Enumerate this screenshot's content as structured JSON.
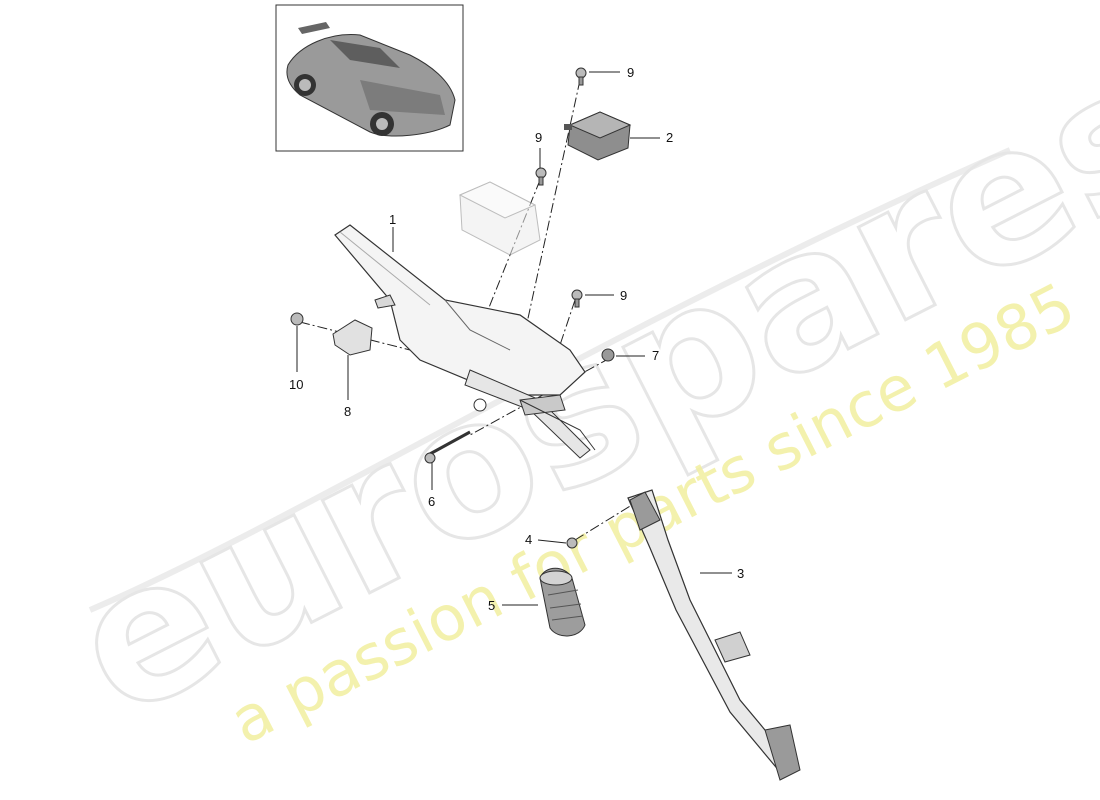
{
  "watermark": {
    "brand": "eurospares",
    "tagline": "a passion for parts since 1985"
  },
  "thumbnail": {
    "icon": "car-thumbnail-icon"
  },
  "callouts": [
    {
      "id": "c1",
      "label": "1"
    },
    {
      "id": "c2",
      "label": "2"
    },
    {
      "id": "c3",
      "label": "3"
    },
    {
      "id": "c4",
      "label": "4"
    },
    {
      "id": "c5",
      "label": "5"
    },
    {
      "id": "c6",
      "label": "6"
    },
    {
      "id": "c7",
      "label": "7"
    },
    {
      "id": "c8",
      "label": "8"
    },
    {
      "id": "c9a",
      "label": "9"
    },
    {
      "id": "c9b",
      "label": "9"
    },
    {
      "id": "c9c",
      "label": "9"
    },
    {
      "id": "c10",
      "label": "10"
    }
  ],
  "colors": {
    "line": "#222222",
    "part_fill": "#f4f4f4",
    "part_shade": "#c9c9c9",
    "tagline": "#f2ef9f"
  }
}
